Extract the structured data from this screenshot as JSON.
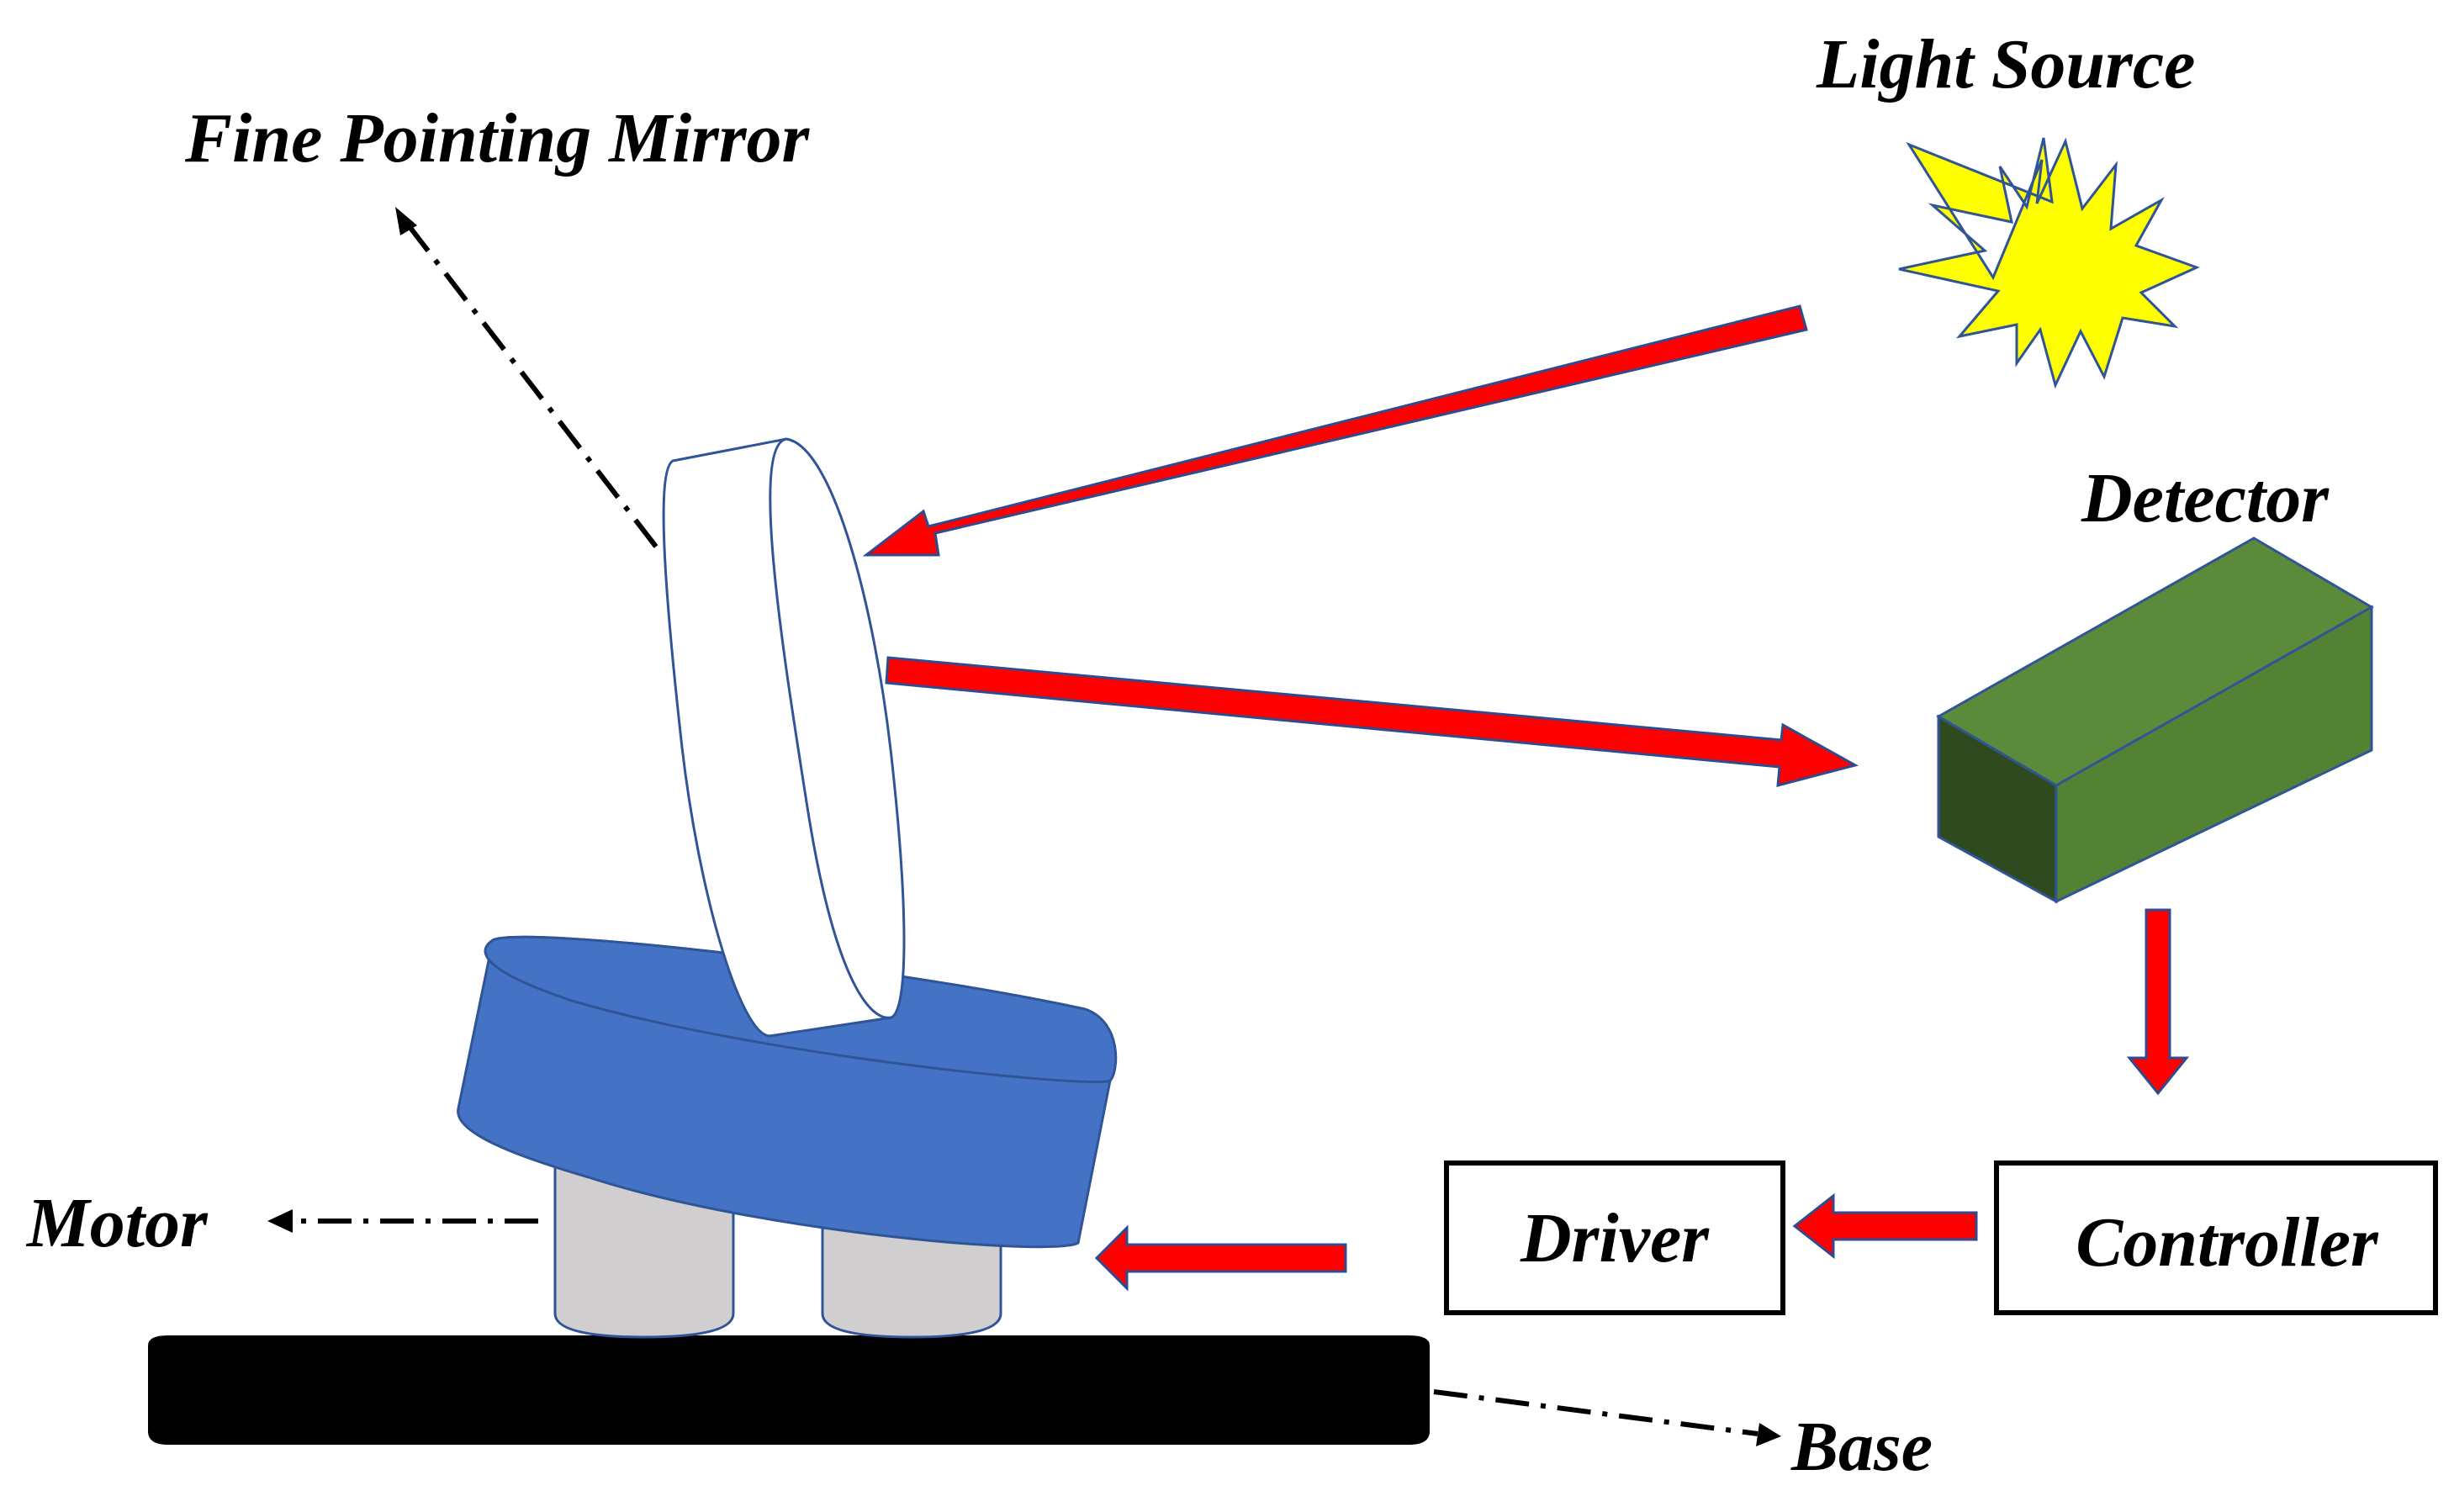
{
  "labels": {
    "fine_pointing_mirror": "Fine Pointing Mirror",
    "light_source": "Light Source",
    "detector": "Detector",
    "motor": "Motor",
    "base": "Base",
    "driver": "Driver",
    "controller": "Controller"
  },
  "colors": {
    "arrow_fill": "#ff0000",
    "arrow_stroke": "#2f4b8f",
    "mount_blue": "#4472c4",
    "mount_outline": "#2f5597",
    "motor_gray": "#d0cece",
    "base_black": "#000000",
    "star_yellow": "#ffff00",
    "detector_top": "#5a8a3a",
    "detector_front": "#548235",
    "detector_side": "#2e4a1e"
  }
}
